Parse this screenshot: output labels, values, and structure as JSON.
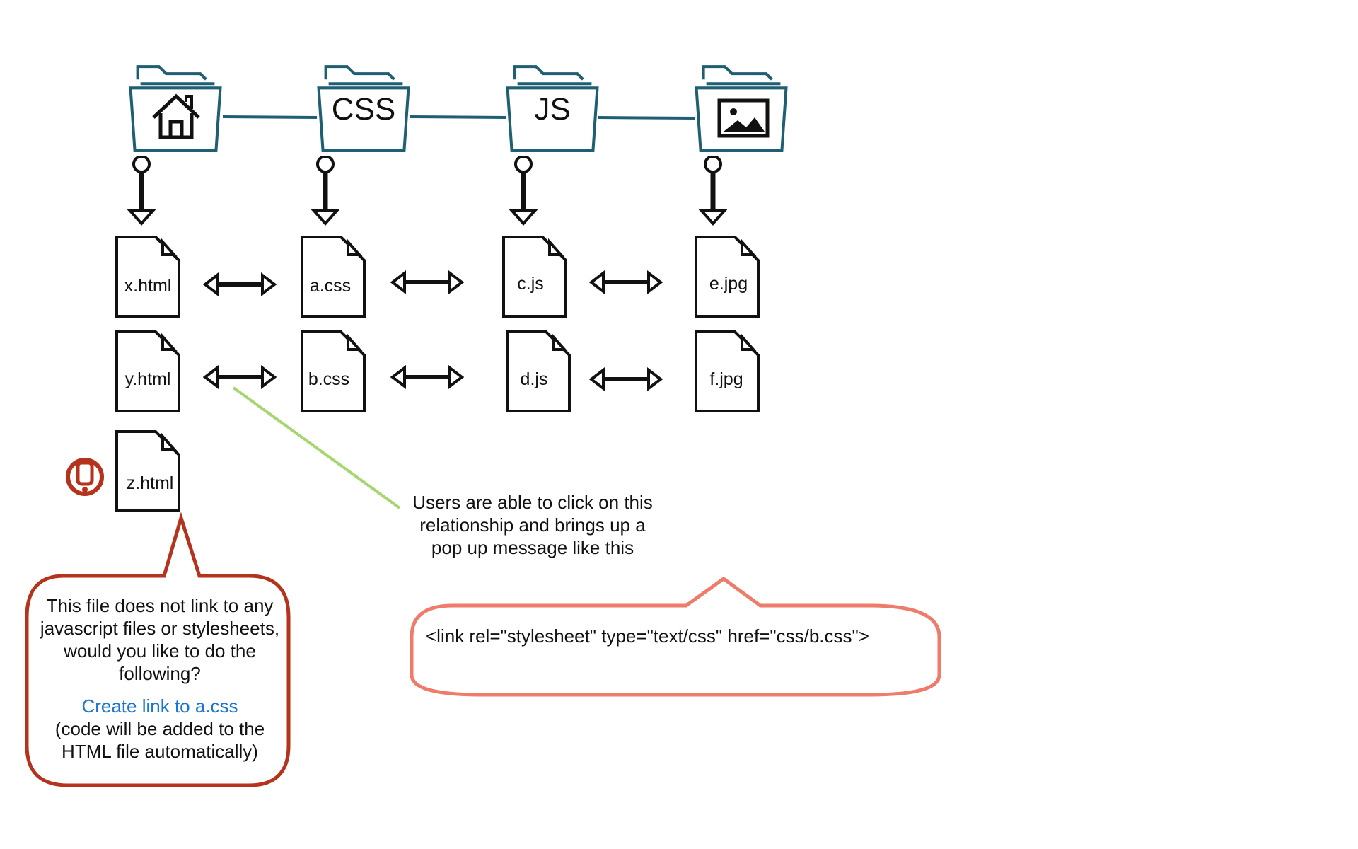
{
  "folders": [
    {
      "label": "",
      "icon": "home-icon"
    },
    {
      "label": "CSS",
      "icon": ""
    },
    {
      "label": "JS",
      "icon": ""
    },
    {
      "label": "",
      "icon": "image-icon"
    }
  ],
  "files": {
    "x_html": "x.html",
    "y_html": "y.html",
    "z_html": "z.html",
    "a_css": "a.css",
    "b_css": "b.css",
    "c_js": "c.js",
    "d_js": "d.js",
    "e_jpg": "e.jpg",
    "f_jpg": "f.jpg"
  },
  "warning_callout": {
    "message": "This file does not link to any javascript files or stylesheets, would you like to do the following?",
    "link_text": "Create link to a.css",
    "footnote": "(code will be added to the HTML file automatically)"
  },
  "relationship_note": "Users are able to click on this relationship and brings up a pop up message like this",
  "popup": {
    "code": "<link rel=\"stylesheet\" type=\"text/css\" href=\"css/b.css\">"
  },
  "colors": {
    "folder_stroke": "#1f5f73",
    "warning": "#b5321c",
    "popup_border": "#ef7b6b",
    "connector_line": "#a6d66f",
    "link": "#1976d2"
  }
}
